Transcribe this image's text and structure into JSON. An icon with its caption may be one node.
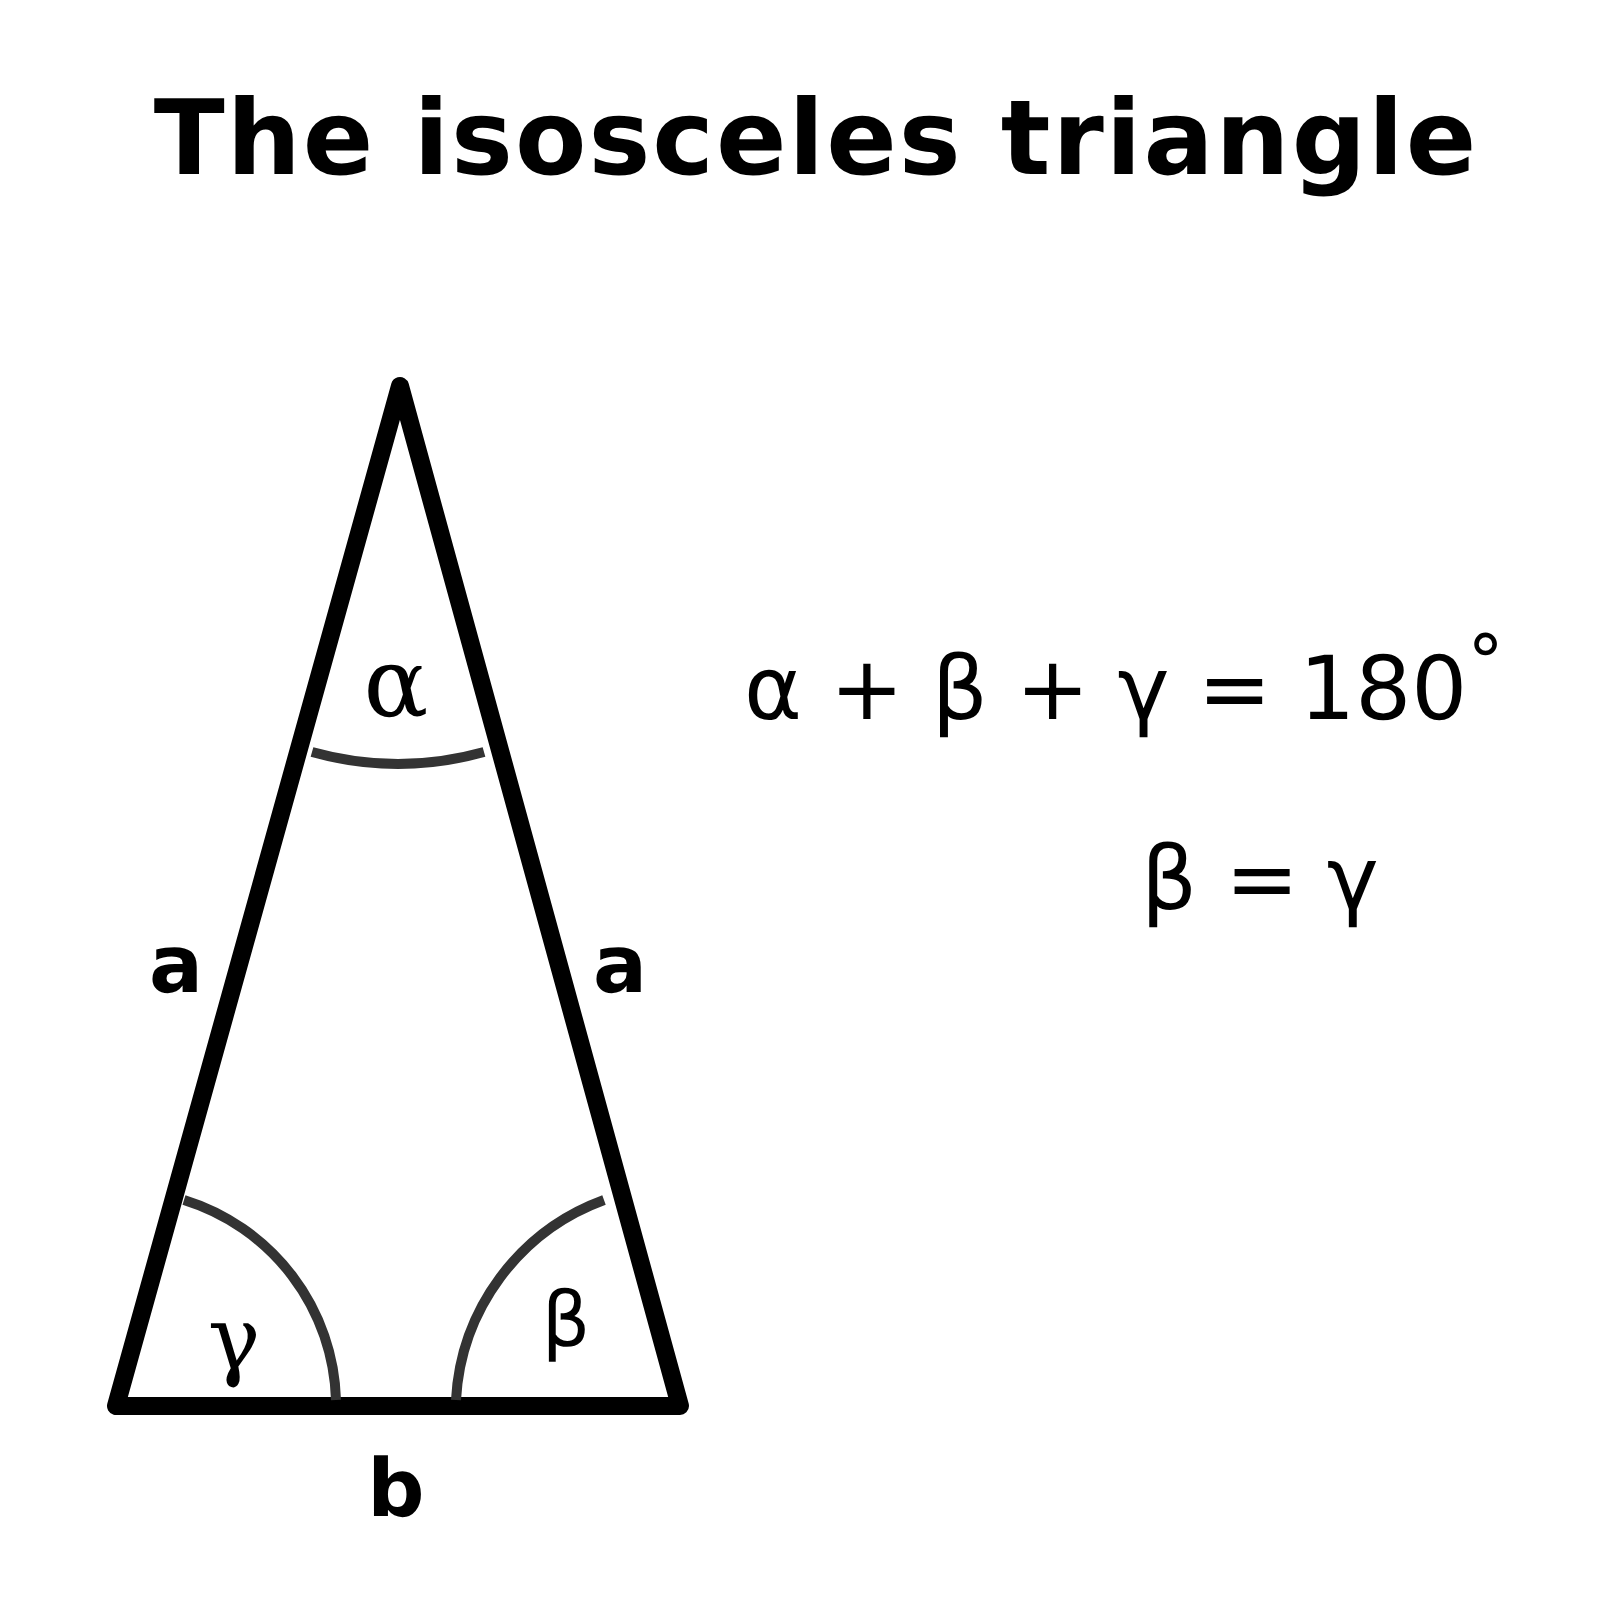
{
  "diagram": {
    "title": "The isosceles triangle",
    "labels": [
      "α",
      "α + β + γ = 180$^{°}$",
      "β = γ",
      "a",
      "a",
      "γ",
      "β",
      "b"
    ]
  }
}
